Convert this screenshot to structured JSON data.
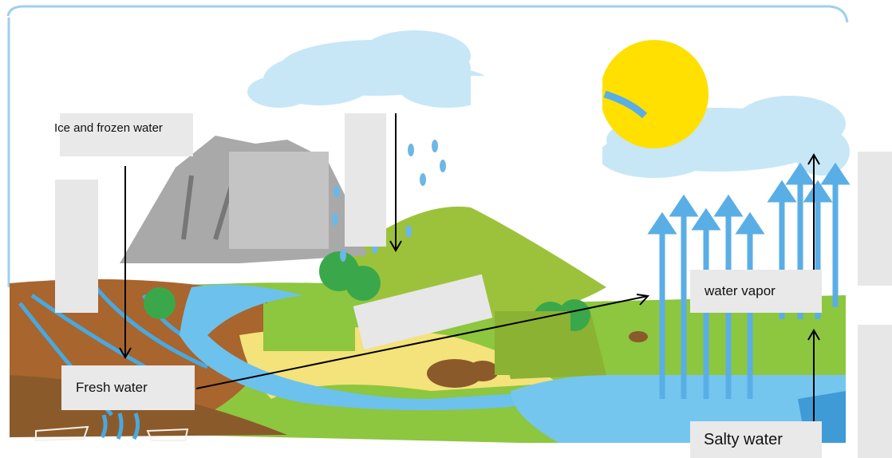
{
  "labels": {
    "ice": "Ice and frozen water",
    "fresh": "Fresh water",
    "vapor": "water vapor",
    "salty": "Salty water"
  },
  "colors": {
    "sky_arrow": "#5aaee6",
    "grass": "#8dc63f",
    "hill": "#9cc23c",
    "soil": "#8b5a2b",
    "river": "#6cc2ec",
    "sea": "#3f9bd6",
    "sand": "#f4e27a",
    "sun": "#ffe000",
    "rock": "#a9a9a9"
  }
}
